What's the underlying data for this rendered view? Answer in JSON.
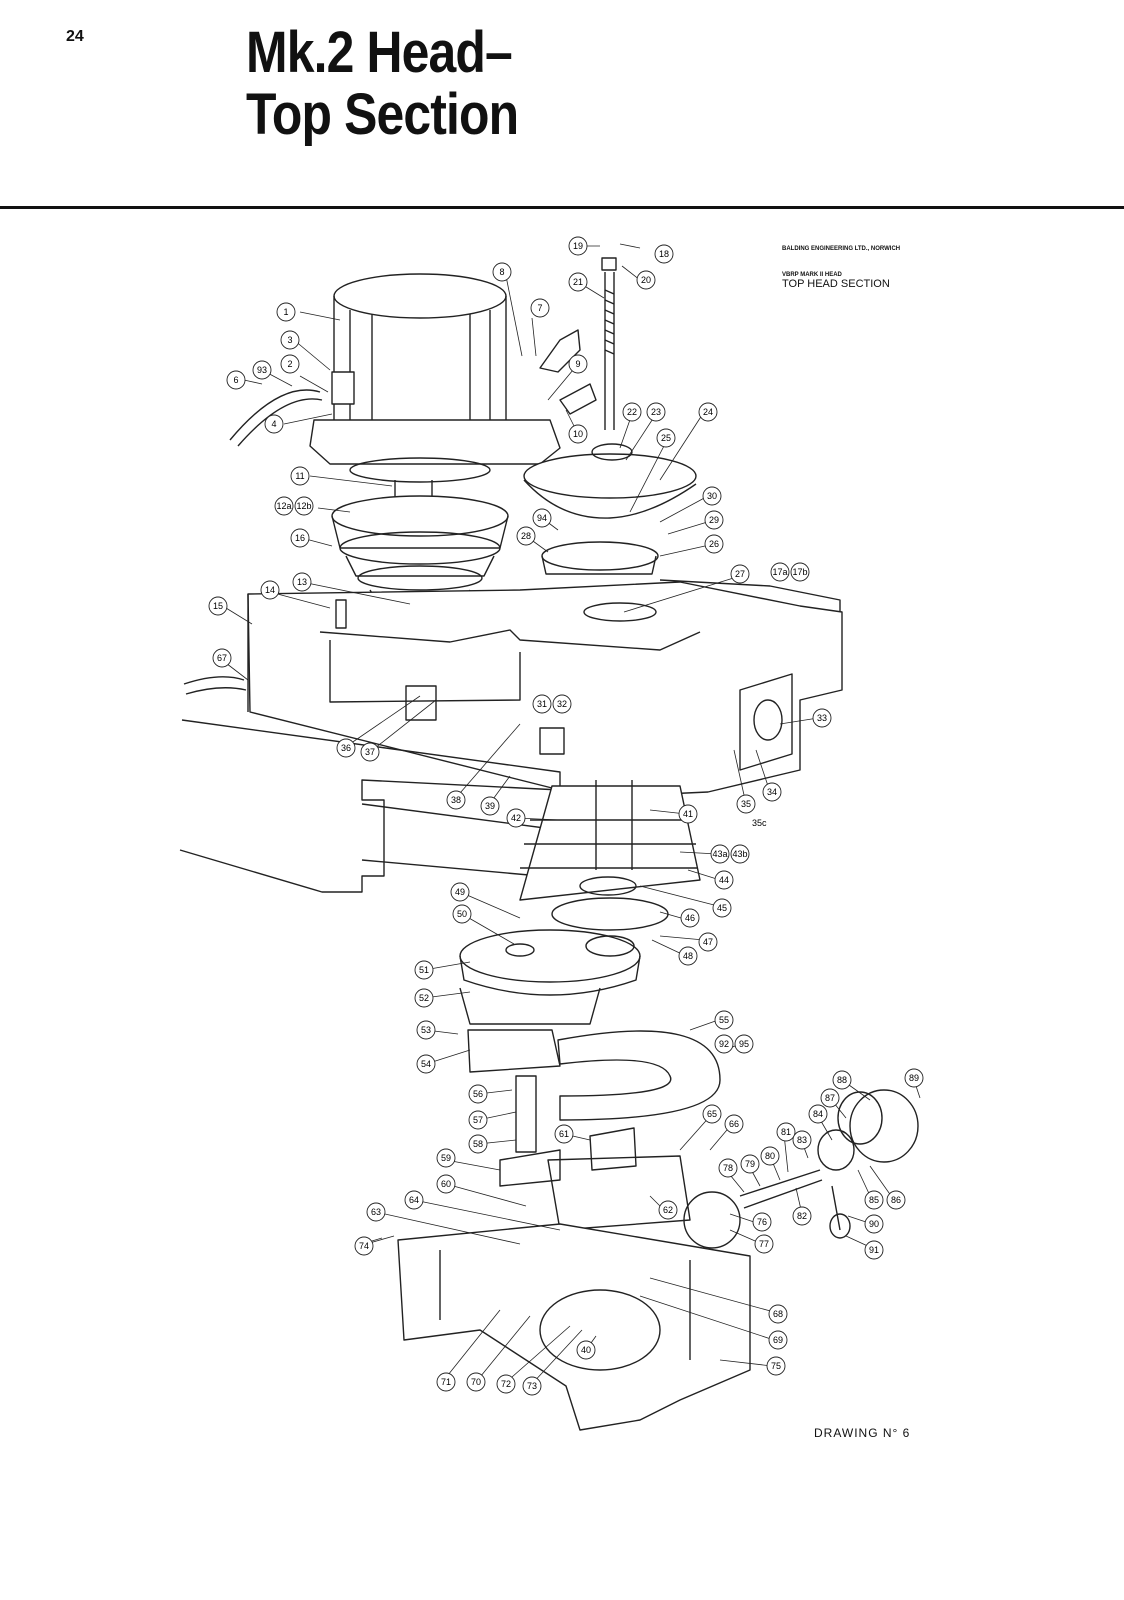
{
  "page_number": "24",
  "title_line1": "Mk.2 Head–",
  "title_line2": "Top Section",
  "credit": "BALDING ENGINEERING LTD., NORWICH",
  "drawing_subtitle": "VBRP MARK II HEAD",
  "drawing_title": "TOP HEAD SECTION",
  "drawing_number": "DRAWING N° 6",
  "extra_label": "35c",
  "callouts": [
    "1",
    "2",
    "3",
    "4",
    "6",
    "7",
    "8",
    "9",
    "10",
    "11",
    "12a",
    "12b",
    "13",
    "14",
    "15",
    "16",
    "17a",
    "17b",
    "18",
    "19",
    "20",
    "21",
    "22",
    "23",
    "24",
    "25",
    "26",
    "27",
    "28",
    "29",
    "30",
    "31",
    "32",
    "33",
    "34",
    "35",
    "36",
    "37",
    "38",
    "39",
    "40",
    "41",
    "42",
    "43a",
    "43b",
    "44",
    "45",
    "46",
    "47",
    "48",
    "49",
    "50",
    "51",
    "52",
    "53",
    "54",
    "55",
    "56",
    "57",
    "58",
    "59",
    "60",
    "61",
    "62",
    "63",
    "64",
    "65",
    "66",
    "67",
    "68",
    "69",
    "70",
    "71",
    "72",
    "73",
    "74",
    "75",
    "76",
    "77",
    "78",
    "79",
    "80",
    "81",
    "82",
    "83",
    "84",
    "85",
    "86",
    "87",
    "88",
    "89",
    "90",
    "91",
    "92",
    "93",
    "94",
    "95"
  ]
}
